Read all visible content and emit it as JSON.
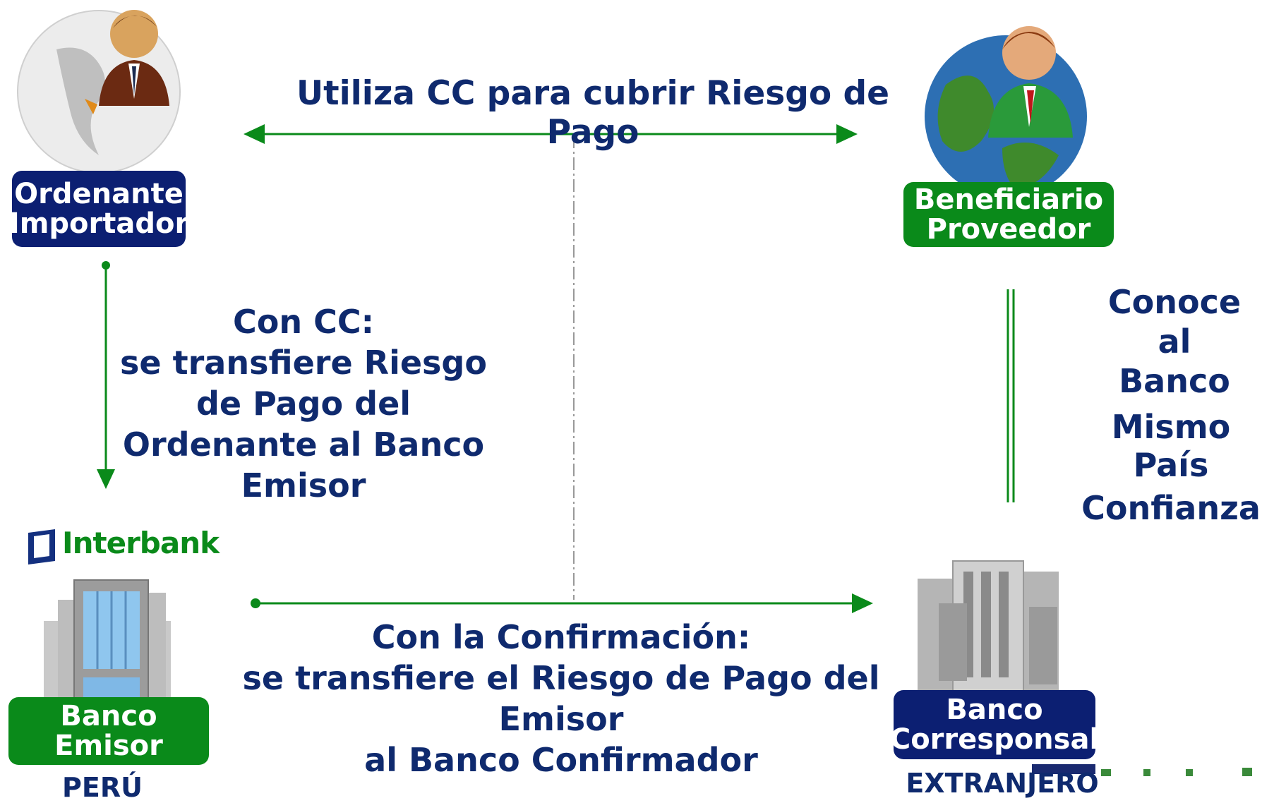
{
  "top_arrow": {
    "label": "Utiliza CC para cubrir Riesgo de Pago"
  },
  "ordenante": {
    "line1": "Ordenante",
    "line2": "Importador"
  },
  "beneficiario": {
    "line1": "Beneficiario",
    "line2": "Proveedor"
  },
  "left_arrow": {
    "lines": [
      "Con CC:",
      "se transfiere Riesgo",
      "de Pago del",
      "Ordenante al Banco",
      "Emisor"
    ]
  },
  "right_notes": {
    "conoce_line1": "Conoce al",
    "conoce_line2": "Banco",
    "mismo_pais": "Mismo País",
    "confianza": "Confianza"
  },
  "interbank_logo": {
    "text": "Interbank"
  },
  "banco_emisor": {
    "line1": "Banco",
    "line2": "Emisor",
    "country": "PERÚ"
  },
  "bottom_arrow": {
    "lines": [
      "Con la Confirmación:",
      "se transfiere el Riesgo de Pago del Emisor",
      "al Banco Confirmador"
    ]
  },
  "banco_corresponsal": {
    "line1": "Banco",
    "line2": "Corresponsal",
    "country": "EXTRANJERO"
  },
  "colors": {
    "navy": "#0c1f72",
    "green": "#0a8a1a",
    "text": "#0f2a6e"
  }
}
